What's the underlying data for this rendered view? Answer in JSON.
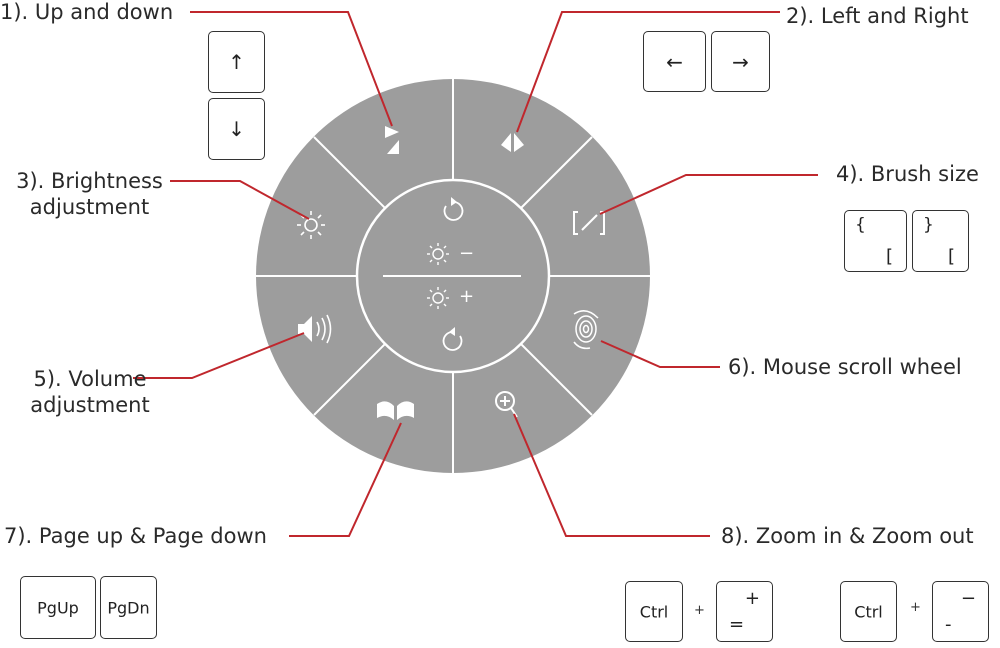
{
  "labels": {
    "up_down": "1). Up and down",
    "left_right": "2). Left and Right",
    "brightness_line1": "3). Brightness",
    "brightness_line2": "adjustment",
    "brush": "4). Brush size",
    "volume_line1": "5). Volume",
    "volume_line2": "adjustment",
    "scroll": "6). Mouse scroll wheel",
    "page": "7). Page up & Page down",
    "zoom": "8). Zoom in & Zoom out"
  },
  "keys": {
    "up_arrow": "↑",
    "down_arrow": "↓",
    "left_arrow": "←",
    "right_arrow": "→",
    "brace_open": "{",
    "bracket_open": "[",
    "brace_close": "}",
    "bracket_close": "[",
    "pgup": "PgUp",
    "pgdn": "PgDn",
    "ctrl1": "Ctrl",
    "equals_bottom": "=",
    "equals_top": "+",
    "ctrl2": "Ctrl",
    "minus_bottom": "-",
    "minus_top": "−"
  },
  "plus_signs": [
    "+",
    "+"
  ],
  "dial": {
    "center_minus": "−",
    "center_plus": "+"
  },
  "icons": [
    "up-down-triangle-icon",
    "left-right-triangle-icon",
    "brightness-icon",
    "brush-size-icon",
    "volume-icon",
    "scroll-wheel-icon",
    "book-icon",
    "zoom-icon",
    "rotate-ccw-icon",
    "rotate-cw-icon"
  ],
  "colors": {
    "dial": "#9d9d9d",
    "connector": "#c0272d",
    "divider": "#ffffff"
  }
}
